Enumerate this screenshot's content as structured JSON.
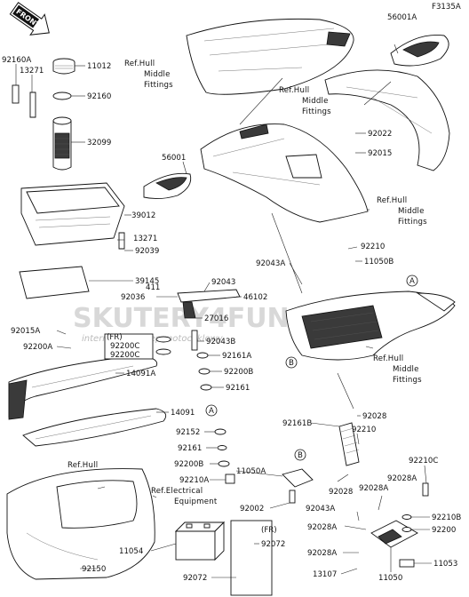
{
  "figure_code": "F3135A",
  "front_label": "FRONT",
  "fr_label": "(FR)",
  "watermark": {
    "main": "SKUTERY4FUN.PL",
    "sub": "internetowy sklep motocyklowy"
  },
  "callouts": [
    {
      "id": "11012",
      "text": "11012"
    },
    {
      "id": "92160A",
      "text": "92160A"
    },
    {
      "id": "13271a",
      "text": "13271"
    },
    {
      "id": "92160",
      "text": "92160"
    },
    {
      "id": "32099",
      "text": "32099"
    },
    {
      "id": "39012",
      "text": "39012"
    },
    {
      "id": "13271b",
      "text": "13271"
    },
    {
      "id": "92039",
      "text": "92039"
    },
    {
      "id": "39145",
      "text": "39145"
    },
    {
      "id": "92036",
      "text": "92036"
    },
    {
      "id": "411",
      "text": "411"
    },
    {
      "id": "92043",
      "text": "92043"
    },
    {
      "id": "46102",
      "text": "46102"
    },
    {
      "id": "27016",
      "text": "27016"
    },
    {
      "id": "92200C1",
      "text": "92200C"
    },
    {
      "id": "92200C2",
      "text": "92200C"
    },
    {
      "id": "92043B",
      "text": "92043B"
    },
    {
      "id": "92161A",
      "text": "92161A"
    },
    {
      "id": "92200B1",
      "text": "92200B"
    },
    {
      "id": "92161",
      "text": "92161"
    },
    {
      "id": "92015A",
      "text": "92015A"
    },
    {
      "id": "92200A",
      "text": "92200A"
    },
    {
      "id": "14091A",
      "text": "14091A"
    },
    {
      "id": "14091",
      "text": "14091"
    },
    {
      "id": "92152",
      "text": "92152"
    },
    {
      "id": "92161b",
      "text": "92161"
    },
    {
      "id": "92200B2",
      "text": "92200B"
    },
    {
      "id": "92210A",
      "text": "92210A"
    },
    {
      "id": "11050A",
      "text": "11050A"
    },
    {
      "id": "92002",
      "text": "92002"
    },
    {
      "id": "11054",
      "text": "11054"
    },
    {
      "id": "92150",
      "text": "92150"
    },
    {
      "id": "92072a",
      "text": "92072"
    },
    {
      "id": "92072b",
      "text": "92072"
    },
    {
      "id": "56001A",
      "text": "56001A"
    },
    {
      "id": "92022",
      "text": "92022"
    },
    {
      "id": "92015",
      "text": "92015"
    },
    {
      "id": "56001",
      "text": "56001"
    },
    {
      "id": "92210a",
      "text": "92210"
    },
    {
      "id": "92043A1",
      "text": "92043A"
    },
    {
      "id": "11050B",
      "text": "11050B"
    },
    {
      "id": "92161B",
      "text": "92161B"
    },
    {
      "id": "92028a",
      "text": "92028"
    },
    {
      "id": "92210b",
      "text": "92210"
    },
    {
      "id": "92028b",
      "text": "92028"
    },
    {
      "id": "92210C",
      "text": "92210C"
    },
    {
      "id": "92028A1",
      "text": "92028A"
    },
    {
      "id": "92028A2",
      "text": "92028A"
    },
    {
      "id": "92043A2",
      "text": "92043A"
    },
    {
      "id": "92028A3",
      "text": "92028A"
    },
    {
      "id": "92028A4",
      "text": "92028A"
    },
    {
      "id": "92210B",
      "text": "92210B"
    },
    {
      "id": "92200",
      "text": "92200"
    },
    {
      "id": "11053",
      "text": "11053"
    },
    {
      "id": "13107",
      "text": "13107"
    },
    {
      "id": "11050",
      "text": "11050"
    }
  ],
  "references": [
    {
      "id": "ref1",
      "lines": [
        "Ref.Hull",
        "Middle",
        "Fittings"
      ]
    },
    {
      "id": "ref2",
      "lines": [
        "Ref.Hull",
        "Middle",
        "Fittings"
      ]
    },
    {
      "id": "ref3",
      "lines": [
        "Ref.Hull",
        "Middle",
        "Fittings"
      ]
    },
    {
      "id": "ref4",
      "lines": [
        "Ref.Hull",
        "Middle",
        "Fittings"
      ]
    },
    {
      "id": "ref5",
      "lines": [
        "Ref.Hull"
      ]
    },
    {
      "id": "ref6",
      "lines": [
        "Ref.Electrical",
        "Equipment"
      ]
    }
  ],
  "markers": [
    {
      "id": "A1",
      "text": "A"
    },
    {
      "id": "B1",
      "text": "B"
    },
    {
      "id": "A2",
      "text": "A"
    },
    {
      "id": "B2",
      "text": "B"
    }
  ]
}
